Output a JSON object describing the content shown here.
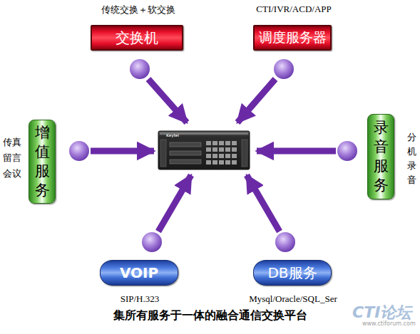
{
  "diagram": {
    "caption": "集所有服务于一体的融合通信交换平台",
    "nodes": [
      {
        "text": [
          "传统交换＋软交换",
          "交换机"
        ]
      },
      {
        "text": [
          "CTI/IVR/ACD/APP",
          "调度服务器"
        ]
      },
      {
        "text": [
          "传真 留言 会议",
          "增值服务"
        ]
      },
      {
        "text": [
          "录音服务",
          "分机录音"
        ]
      },
      {
        "text": [
          "VOIP",
          "SIP/H.323"
        ]
      },
      {
        "text": [
          "DB服务",
          "Mysql/Oracle/SQL_Ser"
        ]
      }
    ],
    "labels": [
      "Keytel",
      "CTI论坛",
      "www.ctiforum.com"
    ]
  }
}
